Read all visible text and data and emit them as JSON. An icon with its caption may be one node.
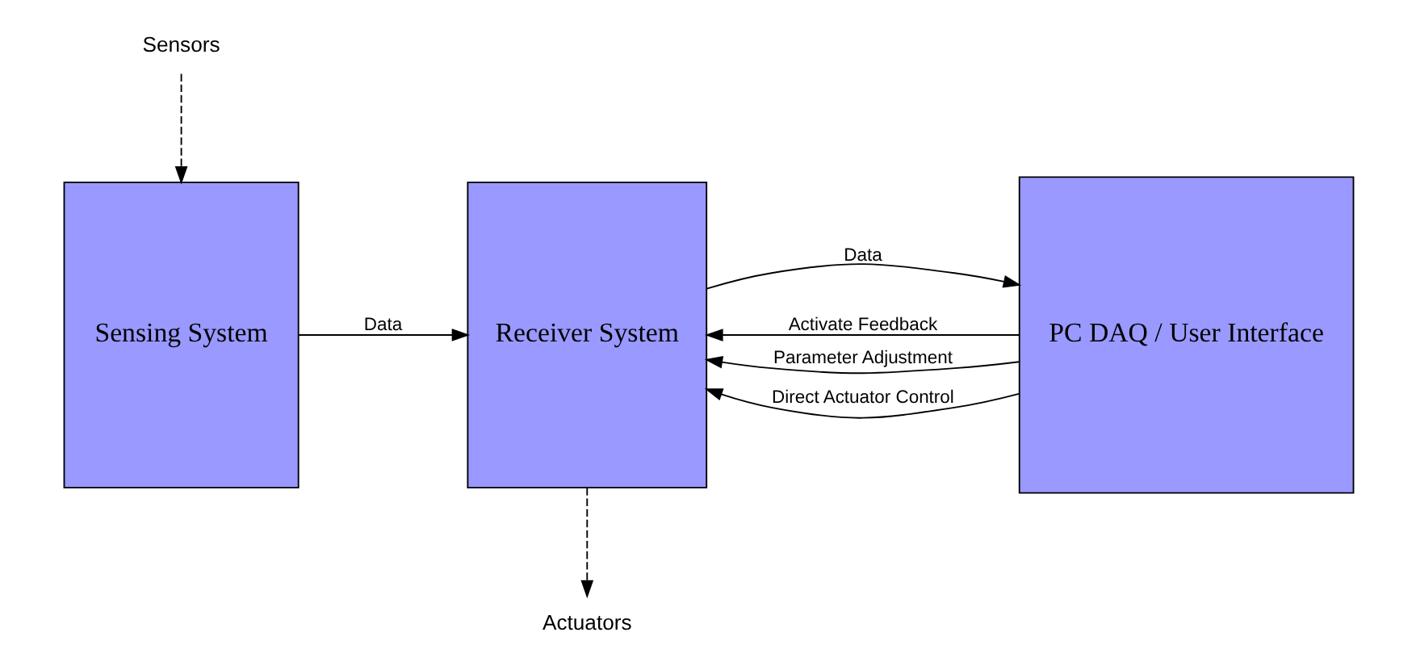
{
  "diagram": {
    "nodes": [
      {
        "text": [
          "Sensing System"
        ]
      },
      {
        "text": [
          "Receiver System"
        ]
      },
      {
        "text": [
          "PC DAQ / User Interface"
        ]
      },
      {
        "text": [
          "Sensors"
        ]
      },
      {
        "text": [
          "Actuators"
        ]
      }
    ],
    "edges": [
      {
        "from": 0,
        "to": 1,
        "arrow": "to",
        "label": "Data"
      },
      {
        "from": 1,
        "to": 2,
        "arrow": "to",
        "label": "Data"
      },
      {
        "from": 2,
        "to": 1,
        "arrow": "to",
        "label": "Activate Feedback"
      },
      {
        "from": 2,
        "to": 1,
        "arrow": "to",
        "label": "Parameter Adjustment"
      },
      {
        "from": 2,
        "to": 1,
        "arrow": "to",
        "label": "Direct Actuator Control"
      },
      {
        "from": 3,
        "to": 0,
        "arrow": "to",
        "style": "dashed"
      },
      {
        "from": 1,
        "to": 4,
        "arrow": "to",
        "style": "dashed"
      }
    ]
  }
}
